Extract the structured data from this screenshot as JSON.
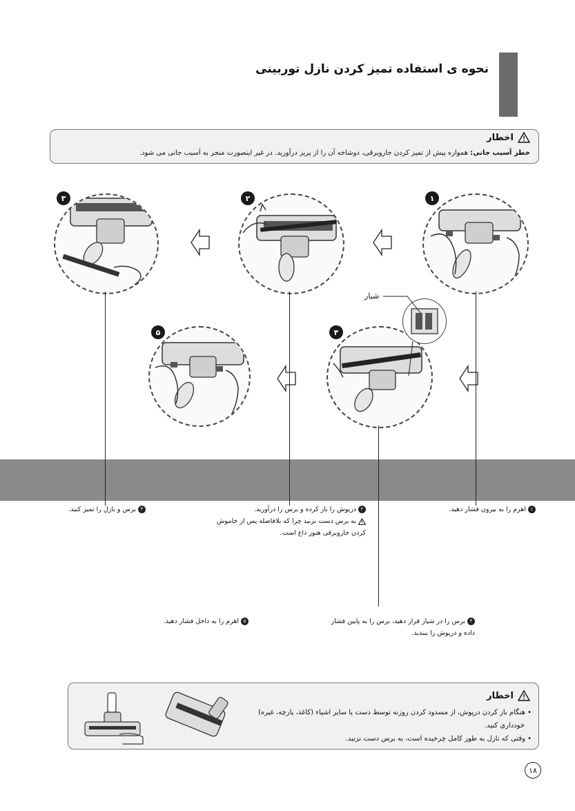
{
  "header": {
    "title": "نحوه ی استفاده   تمیز کردن نازل توربینی"
  },
  "warning_top": {
    "heading": "اخطار",
    "label": "خطر آسیب جانی:",
    "text": "همواره پیش از تمیز کردن جاروبرقی، دوشاخه آن را از پریز درآورید. در غیر اینصورت منجر به آسیب جانی می شود."
  },
  "steps_figures": {
    "n1": "١",
    "n2": "٢",
    "n3": "٣",
    "n4": "۴",
    "n5": "۵",
    "groove_label": "شیار"
  },
  "instructions": {
    "s1": "اهرم را به بیرون فشار دهید.",
    "s2_line1": "درپوش را باز کرده و برس را درآورید.",
    "s2_warn1": "به برس دست نزنید چرا که بلافاصله پس از خاموش",
    "s2_warn2": "کردن جاروبرقی هنوز داغ است.",
    "s3": "برس و نازل را تمیز کنید.",
    "s4_line1": "برس را در شیار قرار دهید، برس را به پایین فشار",
    "s4_line2": "داده و درپوش را ببندید.",
    "s5": "اهرم را به داخل فشار دهید.",
    "n1": "١",
    "n2": "٢",
    "n3": "٣",
    "n4": "۴",
    "n5": "۵"
  },
  "warning_bottom": {
    "heading": "اخطار",
    "b1_line1": "هنگام باز کردن درپوش، از مسدود کردن روزنه توسط دست یا سایر اشیاء (کاغذ، پارچه، غیره)",
    "b1_line2": "خودداری کنید.",
    "b2": "وقتی که نازل به طور کامل چرخیده است، به برس دست نزنید."
  },
  "page_number": "١٨"
}
